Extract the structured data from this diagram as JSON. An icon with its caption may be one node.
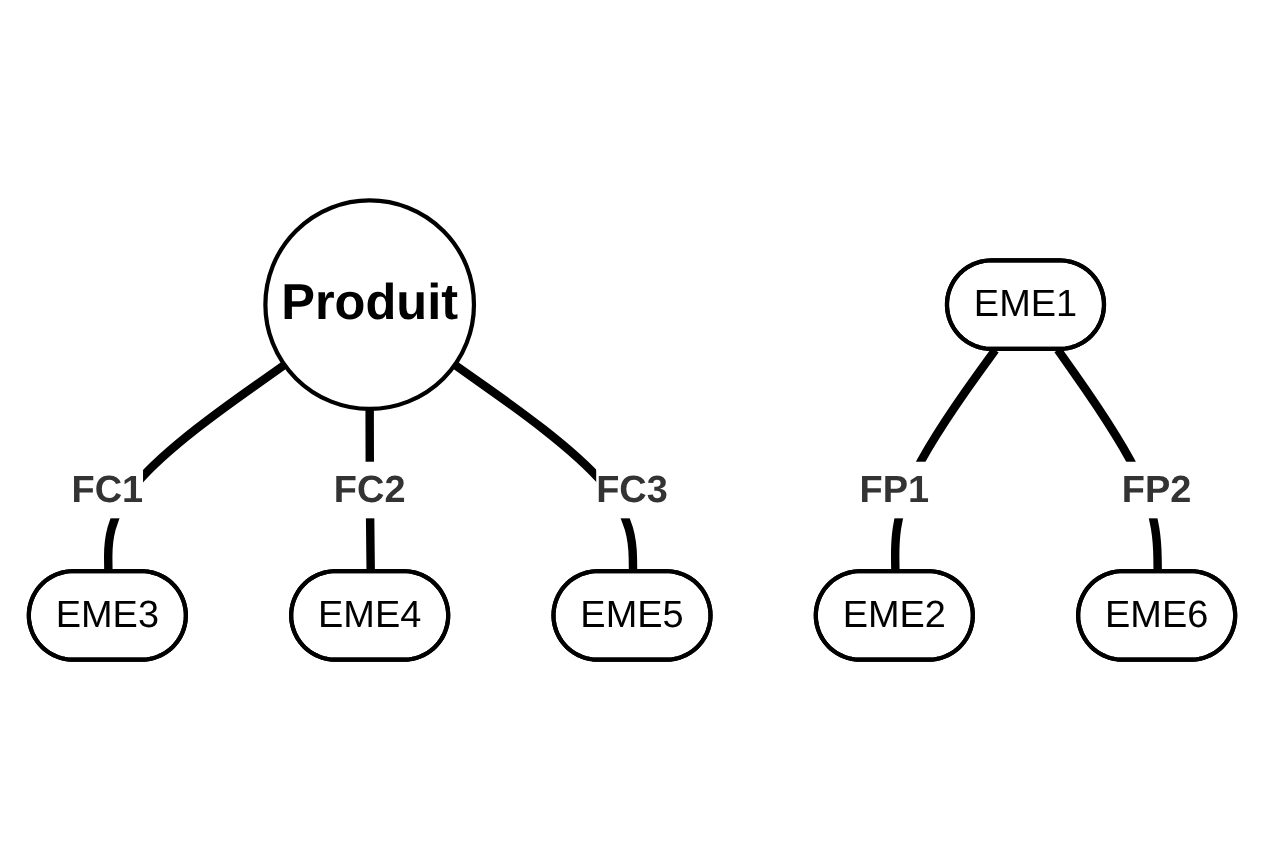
{
  "diagram": {
    "nodes": [
      {
        "text": [
          "Produit"
        ]
      },
      {
        "text": [
          "EME1"
        ]
      },
      {
        "text": [
          "EME2"
        ]
      },
      {
        "text": [
          "EME3"
        ]
      },
      {
        "text": [
          "EME4"
        ]
      },
      {
        "text": [
          "EME5"
        ]
      },
      {
        "text": [
          "EME6"
        ]
      }
    ],
    "edges": [
      {
        "from": 1,
        "to": 2,
        "arrow": "none",
        "label": "FP1"
      },
      {
        "from": 1,
        "to": 6,
        "arrow": "none",
        "label": "FP2"
      },
      {
        "from": 0,
        "to": 3,
        "arrow": "none",
        "label": "FC1"
      },
      {
        "from": 0,
        "to": 4,
        "arrow": "none",
        "label": "FC2"
      },
      {
        "from": 0,
        "to": 5,
        "arrow": "none",
        "label": "FC3"
      }
    ]
  }
}
